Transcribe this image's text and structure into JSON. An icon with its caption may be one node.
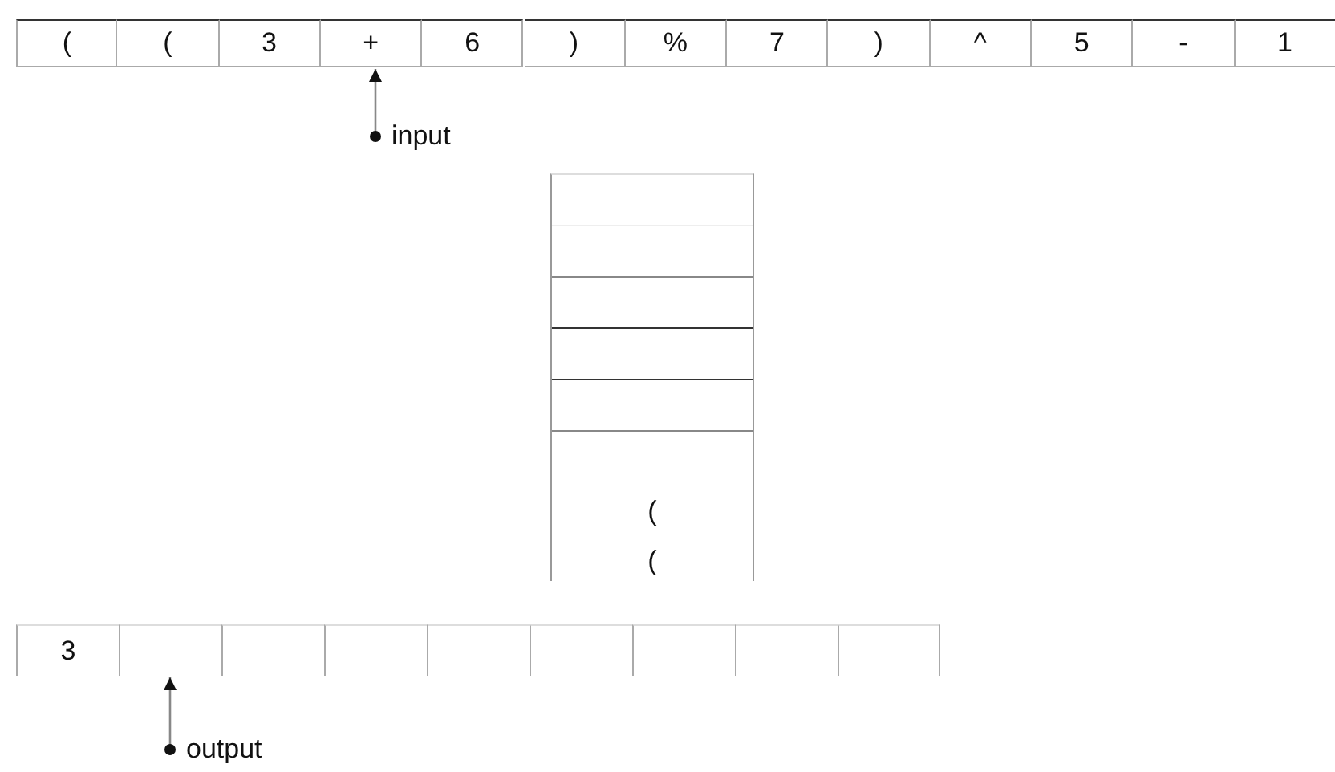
{
  "diagram": {
    "nodes": [
      {
        "text": [
          "("
        ]
      },
      {
        "text": [
          "("
        ]
      },
      {
        "text": [
          "3"
        ]
      },
      {
        "text": [
          "+"
        ]
      },
      {
        "text": [
          "6"
        ]
      },
      {
        "text": [
          ")"
        ]
      },
      {
        "text": [
          "%"
        ]
      },
      {
        "text": [
          "7"
        ]
      },
      {
        "text": [
          ")"
        ]
      },
      {
        "text": [
          "^"
        ]
      },
      {
        "text": [
          "5"
        ]
      },
      {
        "text": [
          "-"
        ]
      },
      {
        "text": [
          "1"
        ]
      },
      {
        "text": [
          "input"
        ]
      },
      {
        "text": [],
        "shape": "box"
      },
      {
        "text": [],
        "shape": "box",
        "in": 14
      },
      {
        "text": [],
        "shape": "box",
        "in": 14
      },
      {
        "text": [],
        "shape": "box",
        "in": 14
      },
      {
        "text": [],
        "shape": "box",
        "in": 14
      },
      {
        "text": [],
        "shape": "box",
        "in": 14
      },
      {
        "text": [
          "("
        ],
        "in": 14
      },
      {
        "text": [
          "("
        ],
        "in": 14
      },
      {
        "text": [
          "3"
        ]
      },
      {
        "text": [],
        "shape": "box"
      },
      {
        "text": [],
        "shape": "box"
      },
      {
        "text": [],
        "shape": "box"
      },
      {
        "text": [],
        "shape": "box"
      },
      {
        "text": [],
        "shape": "box"
      },
      {
        "text": [],
        "shape": "box"
      },
      {
        "text": [],
        "shape": "box"
      },
      {
        "text": [],
        "shape": "box"
      },
      {
        "text": [
          "output"
        ]
      }
    ],
    "edges": [
      {
        "from": 13,
        "to": 3,
        "arrow": "to"
      },
      {
        "from": 31,
        "to": 23,
        "arrow": "to"
      }
    ]
  }
}
